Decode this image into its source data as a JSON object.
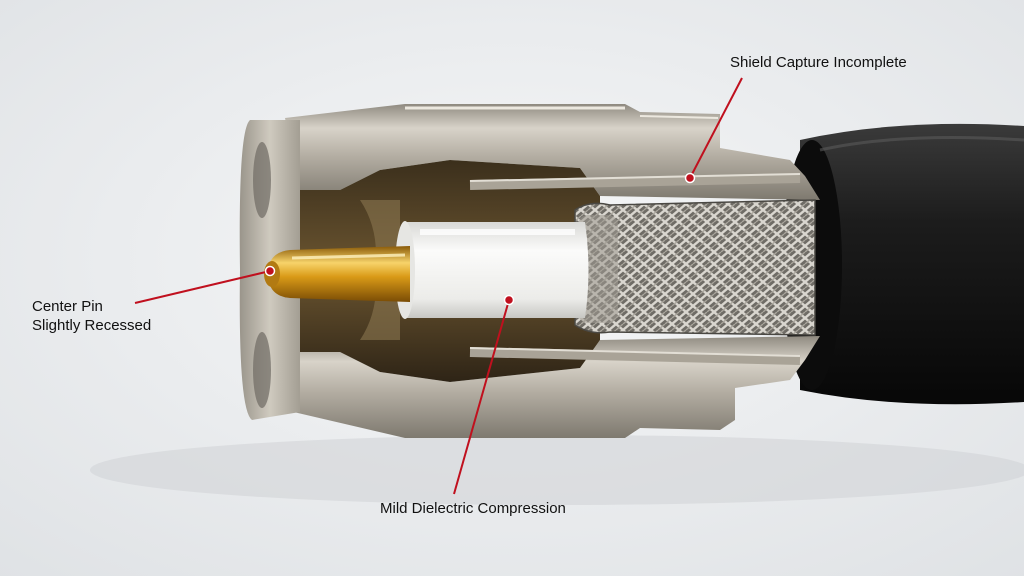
{
  "callouts": {
    "center_pin": {
      "line1": "Center Pin",
      "line2": "Slightly Recessed"
    },
    "shield_capture": {
      "text": "Shield Capture Incomplete"
    },
    "dielectric": {
      "text": "Mild Dielectric Compression"
    }
  },
  "colors": {
    "callout_line": "#c0101e",
    "callout_dot": "#c0101e",
    "label_text": "#111111",
    "background": "#eceef0",
    "connector_metal": "#b9b4aa",
    "center_pin": "#d9a21f",
    "dielectric": "#f3f3f1",
    "cable_jacket": "#151515"
  }
}
